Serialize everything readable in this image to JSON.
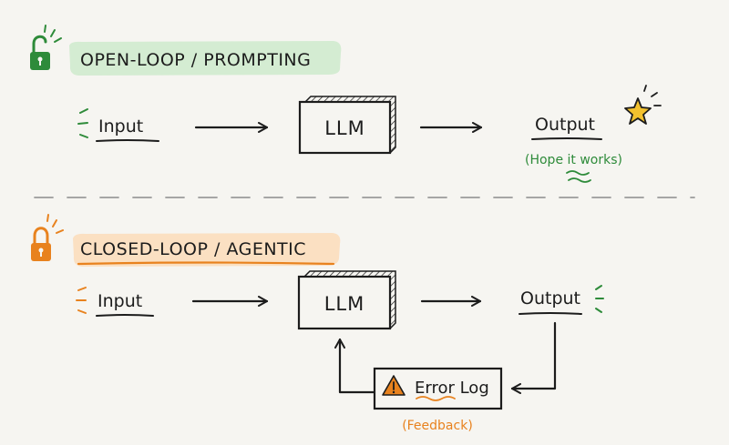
{
  "colors": {
    "background": "#f6f5f1",
    "ink": "#1c1c1c",
    "open_green": "#2e8b3a",
    "open_highlight": "#d4ecd2",
    "closed_orange": "#e8821e",
    "closed_highlight": "#fbe0c2",
    "star_yellow": "#f2c12e",
    "divider": "#9a9a9a"
  },
  "open_loop": {
    "heading": "OPEN-LOOP / PROMPTING",
    "icon": "open-lock-icon",
    "input_label": "Input",
    "model_label": "LLM",
    "output_label": "Output",
    "output_note": "(Hope it works)",
    "output_icon": "star-icon"
  },
  "closed_loop": {
    "heading": "CLOSED-LOOP / AGENTIC",
    "icon": "closed-lock-icon",
    "input_label": "Input",
    "model_label": "LLM",
    "output_label": "Output",
    "feedback_box_label": "Error Log",
    "feedback_icon": "warning-icon",
    "feedback_note": "(Feedback)"
  }
}
